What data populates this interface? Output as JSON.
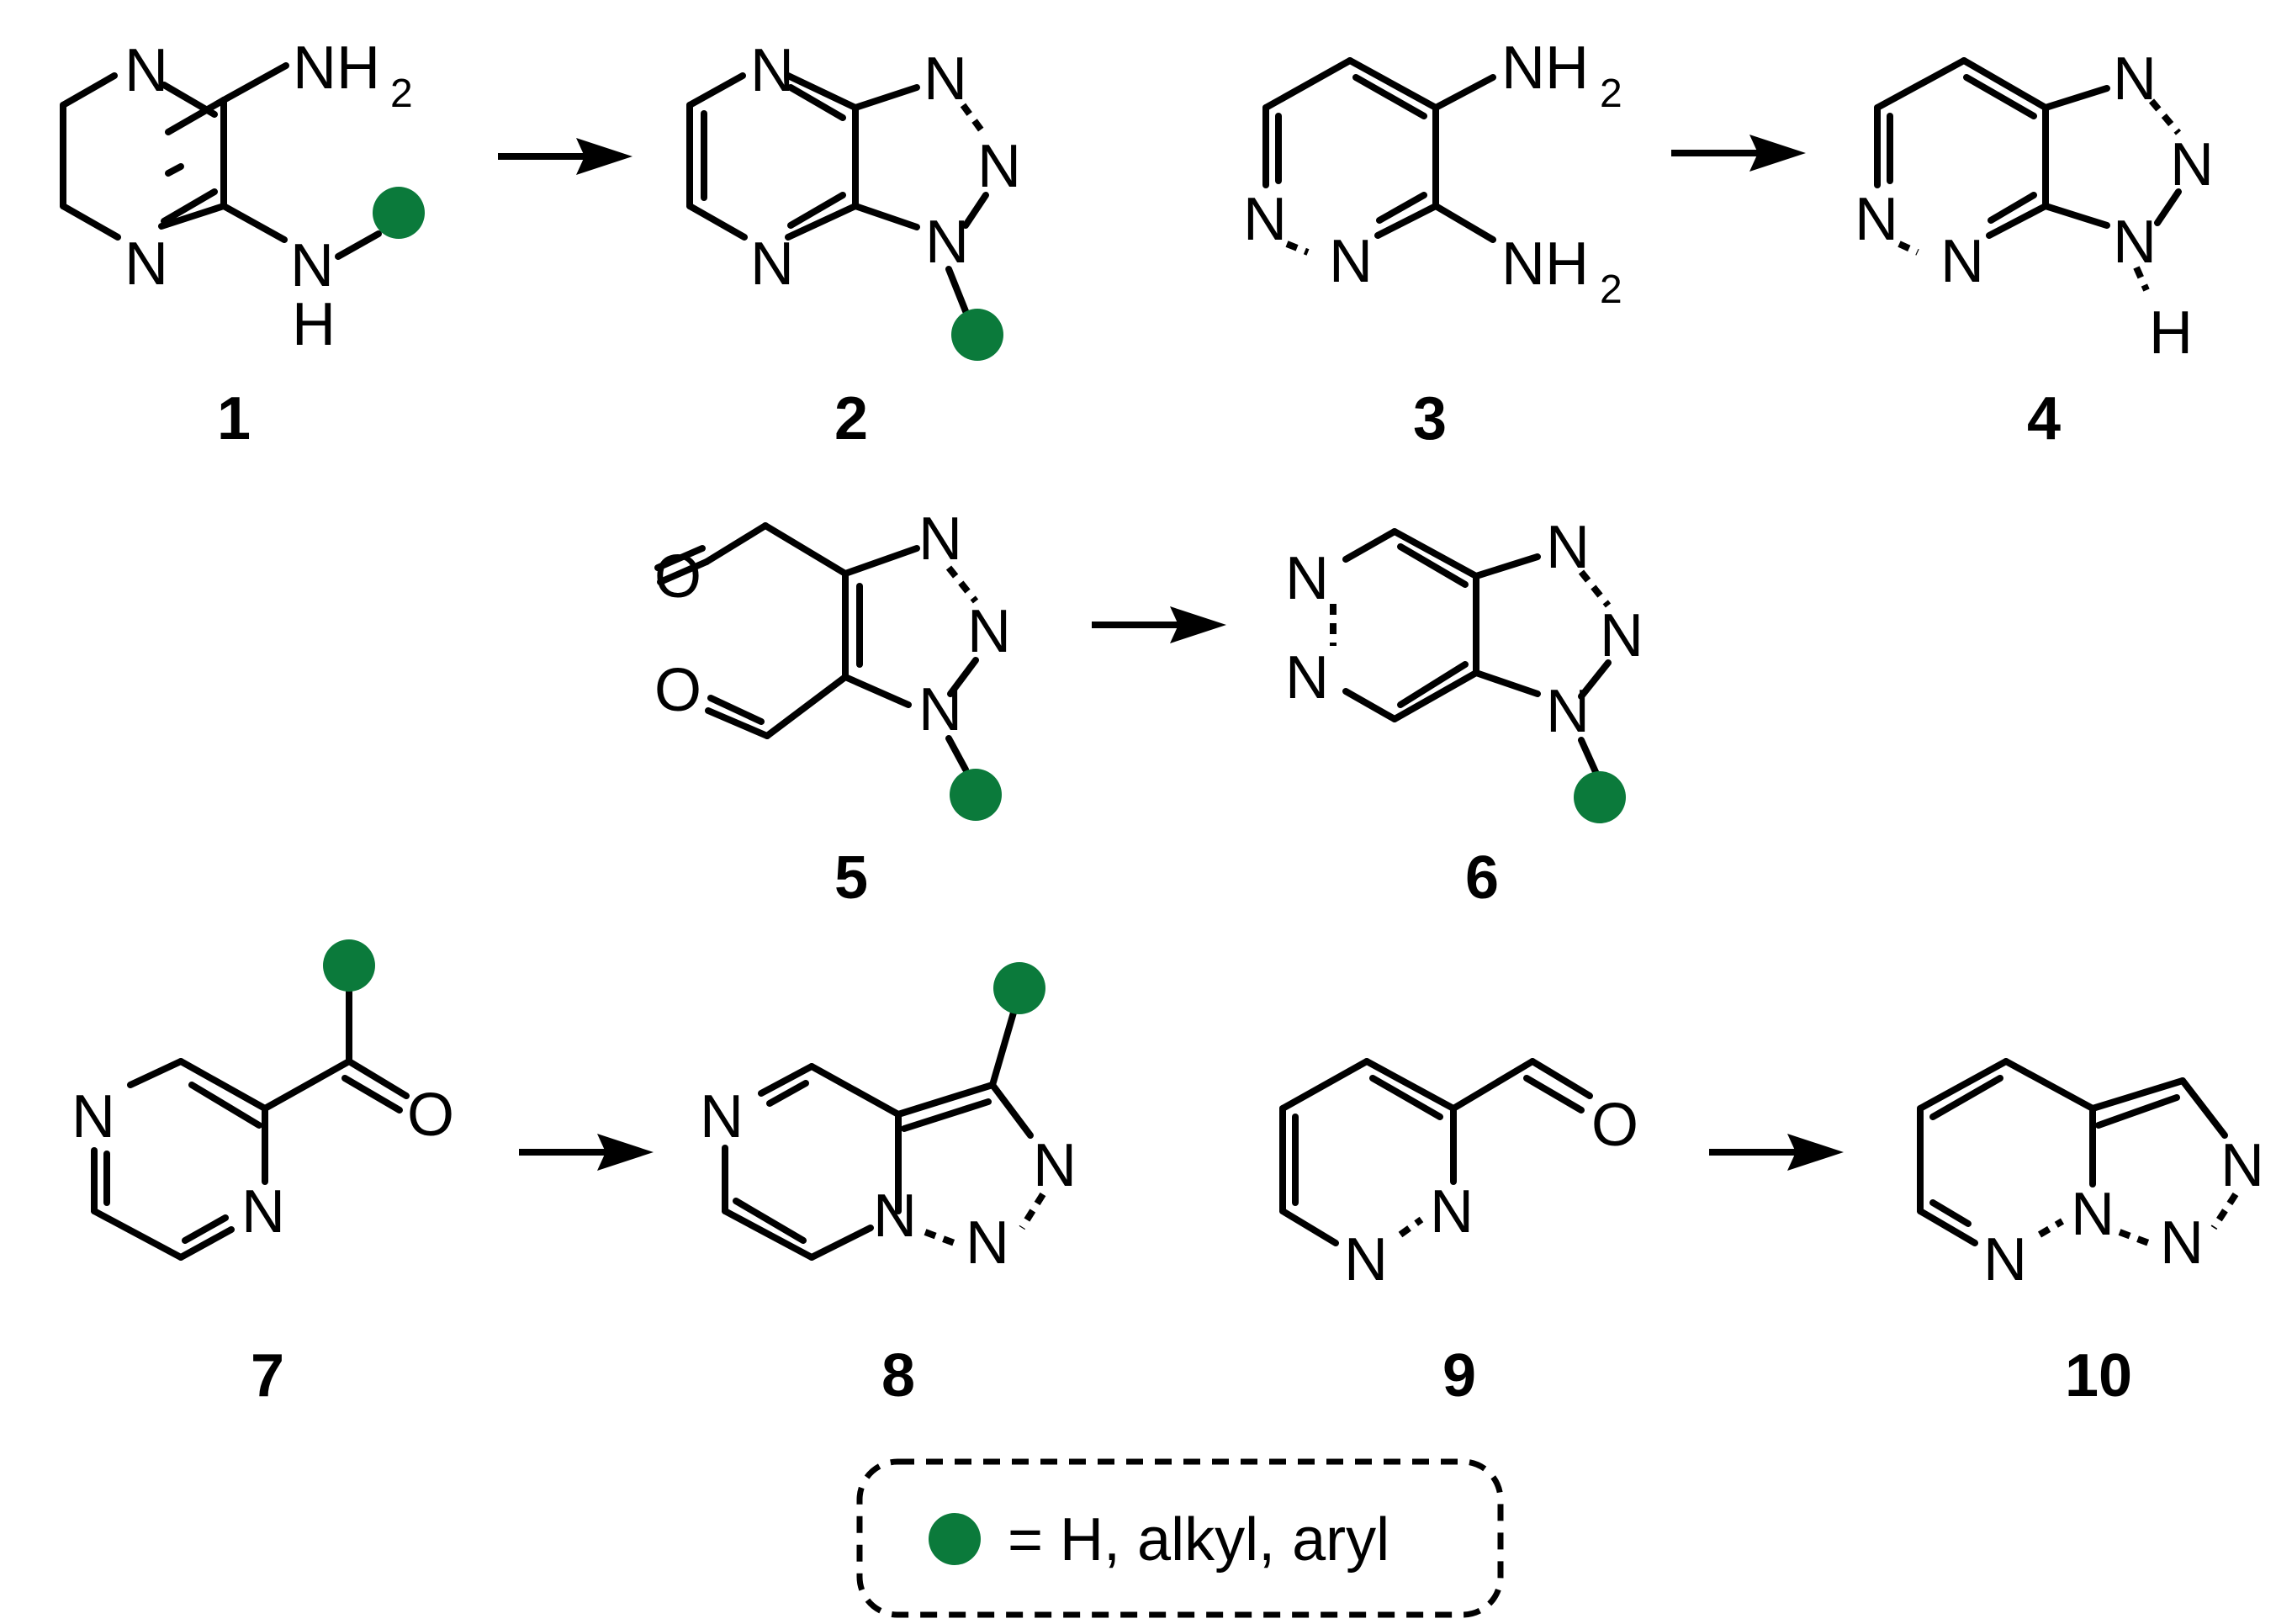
{
  "colors": {
    "substituent": "#0b7a3b",
    "ink": "#000000",
    "background": "#ffffff"
  },
  "atoms": {
    "N": "N",
    "O": "O",
    "H": "H",
    "NH": "NH",
    "two": "2"
  },
  "compounds": [
    {
      "id": "1",
      "label": "1"
    },
    {
      "id": "2",
      "label": "2"
    },
    {
      "id": "3",
      "label": "3"
    },
    {
      "id": "4",
      "label": "4"
    },
    {
      "id": "5",
      "label": "5"
    },
    {
      "id": "6",
      "label": "6"
    },
    {
      "id": "7",
      "label": "7"
    },
    {
      "id": "8",
      "label": "8"
    },
    {
      "id": "9",
      "label": "9"
    },
    {
      "id": "10",
      "label": "10"
    }
  ],
  "legend": {
    "text": "= H, alkyl, aryl",
    "marker_icon": "green-dot"
  }
}
